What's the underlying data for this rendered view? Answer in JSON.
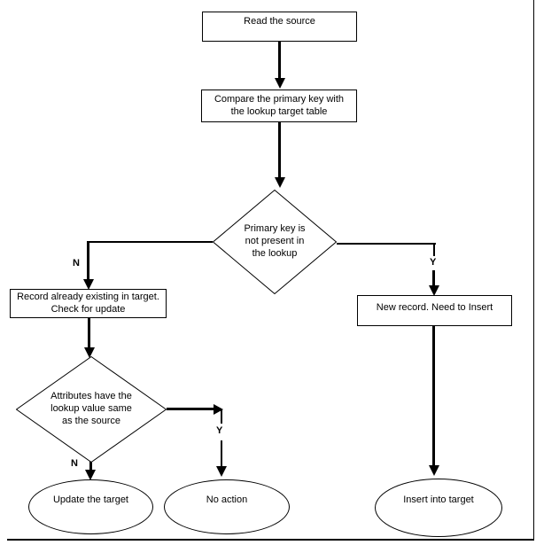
{
  "diagram": {
    "nodes": {
      "read_source": {
        "type": "process",
        "label": "Read the source"
      },
      "compare_key": {
        "type": "process",
        "label": "Compare the primary key with the lookup target table"
      },
      "pk_not_present": {
        "type": "decision",
        "label": "Primary key is not present in the lookup"
      },
      "record_existing": {
        "type": "process",
        "label": "Record already existing in target. Check for update"
      },
      "new_record": {
        "type": "process",
        "label": "New record. Need to Insert"
      },
      "attributes_same": {
        "type": "decision",
        "label": "Attributes have the lookup value same as the source"
      },
      "update_target": {
        "type": "terminator",
        "label": "Update the target"
      },
      "no_action": {
        "type": "terminator",
        "label": "No action"
      },
      "insert_target": {
        "type": "terminator",
        "label": "Insert into target"
      }
    },
    "edge_labels": {
      "pk_no": "N",
      "pk_yes": "Y",
      "attributes_no": "N",
      "attributes_yes": "Y"
    },
    "colors": {
      "line": "#000000",
      "shape_fill": "#ffffff",
      "text": "#000000",
      "background": "#ffffff"
    }
  }
}
